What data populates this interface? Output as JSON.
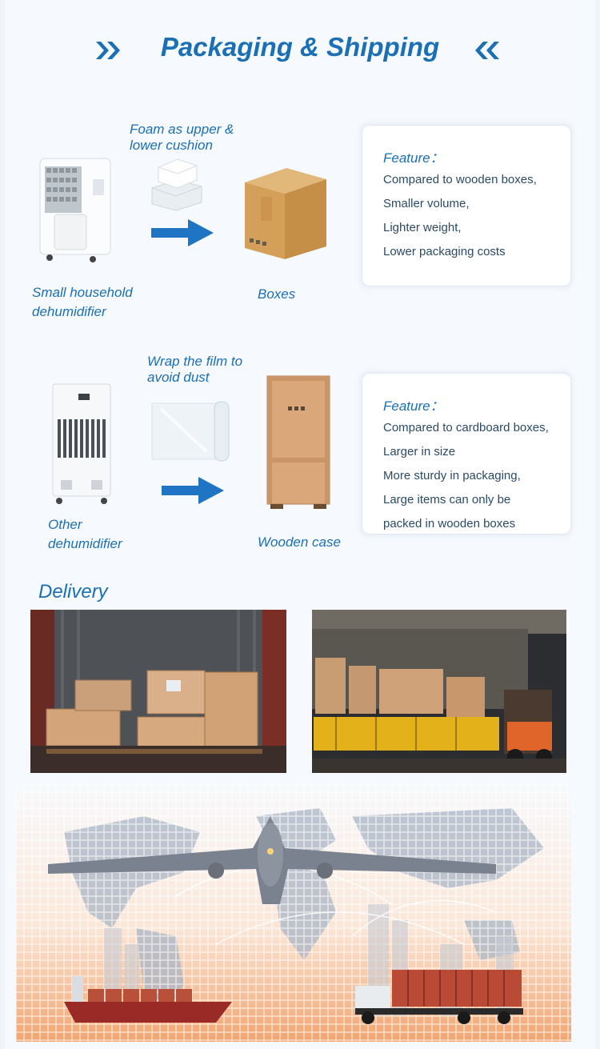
{
  "header": {
    "title": "Packaging & Shipping"
  },
  "row1": {
    "process_note": [
      "Foam as upper &",
      "lower cushion"
    ],
    "product_label": [
      "Small household",
      "dehumidifier"
    ],
    "package_label": "Boxes",
    "feature_title": "Feature：",
    "features": [
      "Compared to wooden boxes,",
      "Smaller volume,",
      "Lighter weight,",
      "Lower packaging costs"
    ]
  },
  "row2": {
    "process_note": [
      "Wrap the film to",
      "avoid dust"
    ],
    "product_label": [
      "Other",
      "dehumidifier"
    ],
    "package_label": "Wooden case",
    "feature_title": "Feature：",
    "features": [
      "Compared to cardboard boxes,",
      "Larger in size",
      "More sturdy in packaging,",
      "Large items can only be",
      "packed in wooden boxes"
    ]
  },
  "delivery": {
    "title": "Delivery"
  },
  "colors": {
    "accent": "#1a6fb5",
    "arrow": "#1f74c4",
    "text": "#2b4a66"
  }
}
